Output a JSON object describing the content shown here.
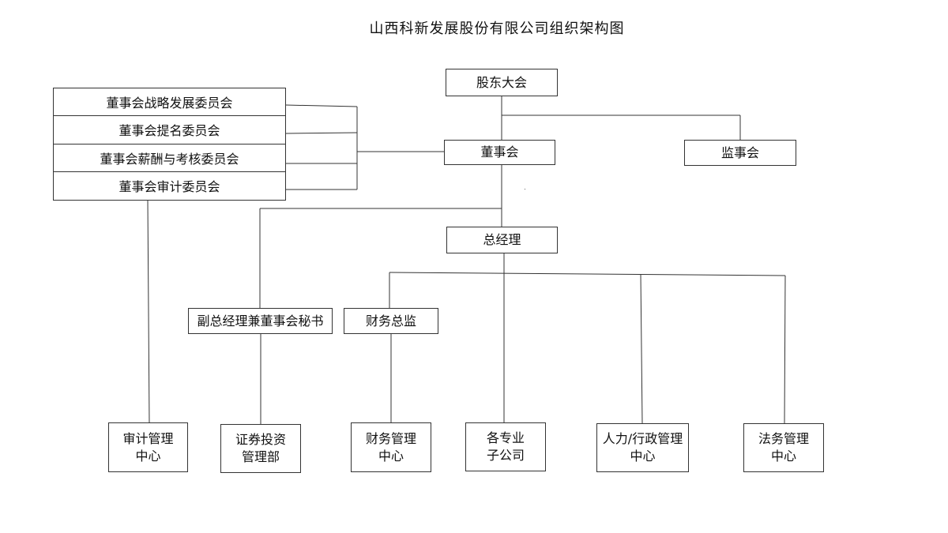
{
  "title": "山西科新发展股份有限公司组织架构图",
  "nodes": {
    "shareholders": "股东大会",
    "board": "董事会",
    "supervisory": "监事会",
    "gm": "总经理",
    "vp_secretary": "副总经理兼董事会秘书",
    "cfo": "财务总监",
    "audit_center": "审计管理\n中心",
    "securities_dept": "证券投资\n管理部",
    "finance_center": "财务管理\n中心",
    "subsidiaries": "各专业\n子公司",
    "hr_admin_center": "人力/行政管理\n中心",
    "legal_center": "法务管理\n中心"
  },
  "committees": [
    "董事会战略发展委员会",
    "董事会提名委员会",
    "董事会薪酬与考核委员会",
    "董事会审计委员会"
  ]
}
